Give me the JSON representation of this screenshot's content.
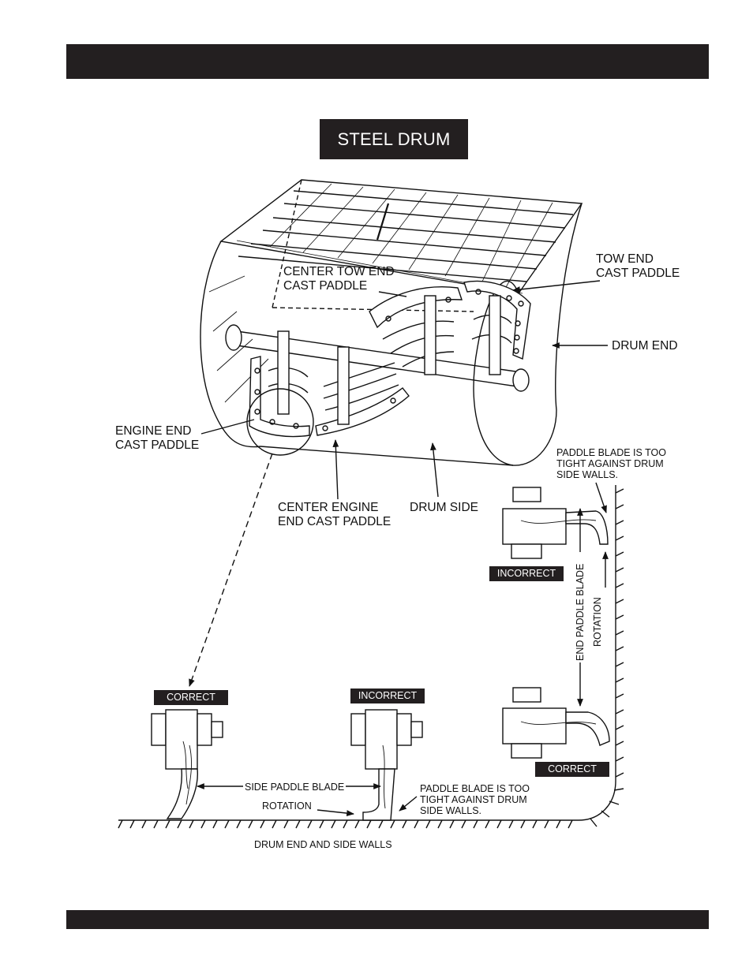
{
  "diagram": {
    "title": "STEEL DRUM",
    "callouts": {
      "center_tow_end": "CENTER TOW END\nCAST PADDLE",
      "tow_end": "TOW END\nCAST PADDLE",
      "drum_end": "DRUM END",
      "engine_end": "ENGINE END\nCAST PADDLE",
      "center_engine_end": "CENTER ENGINE\nEND CAST PADDLE",
      "drum_side": "DRUM SIDE"
    },
    "detail": {
      "incorrect_end_note": "PADDLE BLADE IS TOO\nTIGHT AGAINST DRUM\nSIDE WALLS.",
      "incorrect_tag_end": "INCORRECT",
      "end_paddle_blade": "END PADDLE BLADE",
      "rotation_vertical": "ROTATION",
      "correct_tag_end": "CORRECT",
      "correct_tag_side": "CORRECT",
      "incorrect_tag_side": "INCORRECT",
      "side_paddle_blade": "SIDE PADDLE BLADE",
      "rotation_horizontal": "ROTATION",
      "incorrect_side_note": "PADDLE BLADE IS TOO\nTIGHT AGAINST DRUM\nSIDE WALLS.",
      "walls_caption": "DRUM END AND SIDE WALLS"
    }
  }
}
